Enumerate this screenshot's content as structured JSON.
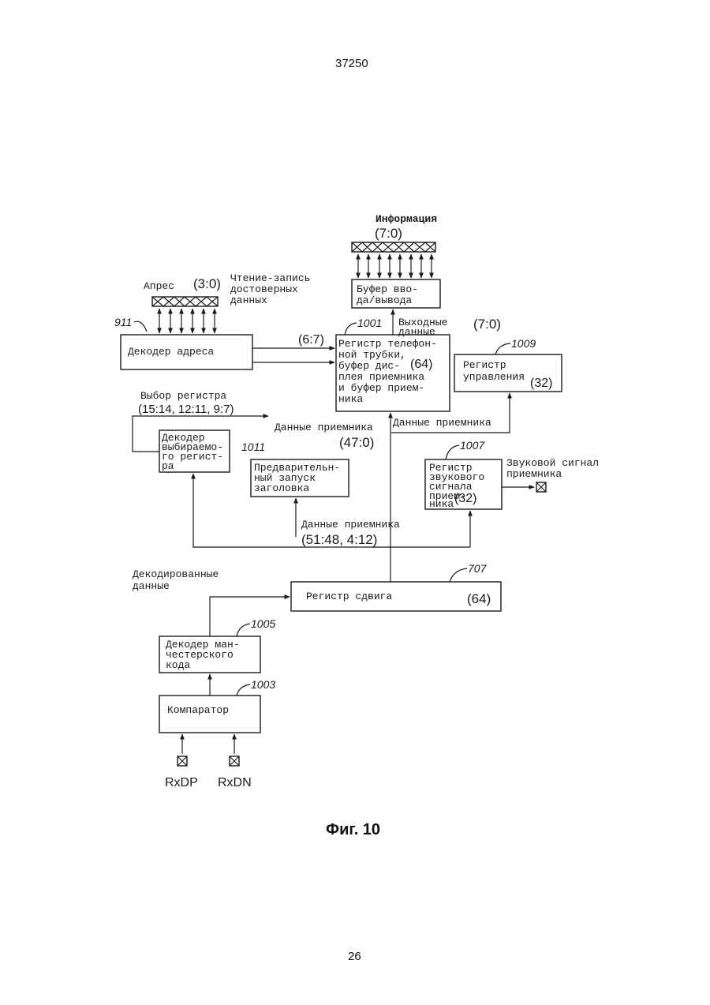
{
  "document": {
    "patent_number": "37250",
    "page_number": "26",
    "figure_caption": "Фиг. 10"
  },
  "diagram": {
    "info_label": "Информация",
    "info_bits": "(7:0)",
    "address_label": "Апрес",
    "address_bits": "(3:0)",
    "rw_line1": "Чтение-запись",
    "rw_line2": "достоверных",
    "rw_line3": "данных",
    "ref_911": "911",
    "ref_1001": "1001",
    "ref_1009": "1009",
    "ref_1011": "1011",
    "ref_1007": "1007",
    "ref_707": "707",
    "ref_1005": "1005",
    "ref_1003": "1003",
    "buffer_io_line1": "Буфер вво-",
    "buffer_io_line2": "да/вывода",
    "output_data_line1": "Выходные",
    "output_data_line2": "данные",
    "output_bits": "(7:0)",
    "address_decoder": "Декодер адреса",
    "bits_67": "(6:7)",
    "handset_reg_line1": "Регистр телефон-",
    "handset_reg_line2": "ной трубки,",
    "handset_reg_line3": "буфер дис-",
    "handset_reg_size": "(64)",
    "handset_reg_line4": "плея приемника",
    "handset_reg_line5": "и буфер прием-",
    "handset_reg_line6": "ника",
    "control_reg_line1": "Регистр",
    "control_reg_line2": "управления",
    "control_reg_size": "(32)",
    "reg_select_label": "Выбор регистра",
    "reg_select_bits": "(15:14,  12:11,  9:7)",
    "receiver_data_1": "Данные приемника",
    "receiver_data_2": "Данные приемника",
    "receiver_bits_470": "(47:0)",
    "selreg_dec_line1": "Декодер",
    "selreg_dec_line2": "выбираемо-",
    "selreg_dec_line3": "го регист-",
    "selreg_dec_line4": "ра",
    "header_start_line1": "Предварительн-",
    "header_start_line2": "ный запуск",
    "header_start_line3": "заголовка",
    "sound_reg_line1": "Регистр",
    "sound_reg_line2": "звукового",
    "sound_reg_line3": "сигнала",
    "sound_reg_line4": "прием-",
    "sound_reg_line5": "ника",
    "sound_reg_size": "(32)",
    "sound_signal_line1": "Звуковой сигнал",
    "sound_signal_line2": "приемника",
    "receiver_data_3": "Данные приемника",
    "receiver_bits_5148": "(51:48,  4:12)",
    "decoded_line1": "Декодированные",
    "decoded_line2": "данные",
    "shift_reg": "Регистр сдвига",
    "shift_reg_size": "(64)",
    "manchester_line1": "Декодер ман-",
    "manchester_line2": "честерского",
    "manchester_line3": "кода",
    "comparator": "Компаратор",
    "rxdp": "RxDP",
    "rxdn": "RxDN"
  }
}
